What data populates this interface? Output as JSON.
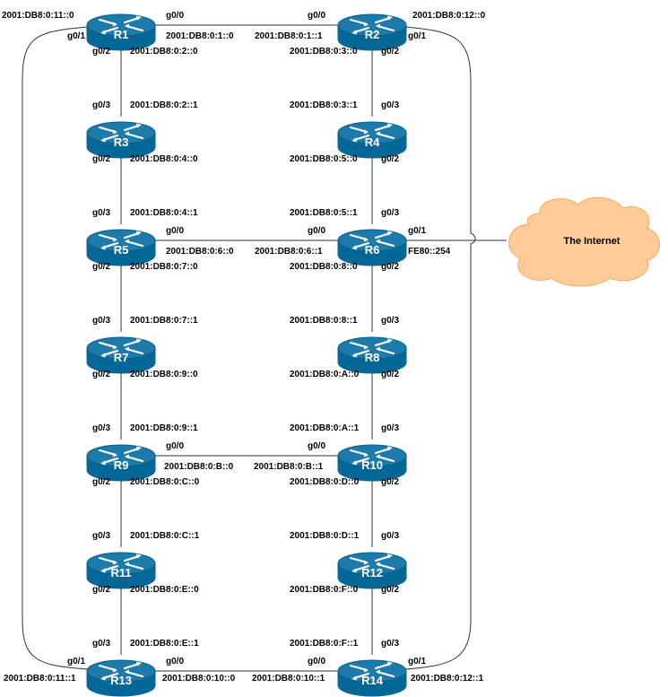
{
  "colors": {
    "router_fill": "#036897",
    "router_top": "#1d7bab",
    "router_arrow": "#ffffff",
    "cloud_fill": "#ffcc99",
    "cloud_stroke": "#f5a85c",
    "link": "#333333"
  },
  "routers": [
    {
      "id": "R1",
      "name": "R1",
      "icon": "router-icon"
    },
    {
      "id": "R2",
      "name": "R2",
      "icon": "router-icon"
    },
    {
      "id": "R3",
      "name": "R3",
      "icon": "router-icon"
    },
    {
      "id": "R4",
      "name": "R4",
      "icon": "router-icon"
    },
    {
      "id": "R5",
      "name": "R5",
      "icon": "router-icon"
    },
    {
      "id": "R6",
      "name": "R6",
      "icon": "router-icon"
    },
    {
      "id": "R7",
      "name": "R7",
      "icon": "router-icon"
    },
    {
      "id": "R8",
      "name": "R8",
      "icon": "router-icon"
    },
    {
      "id": "R9",
      "name": "R9",
      "icon": "router-icon"
    },
    {
      "id": "R10",
      "name": "R10",
      "icon": "router-icon"
    },
    {
      "id": "R11",
      "name": "R11",
      "icon": "router-icon"
    },
    {
      "id": "R12",
      "name": "R12",
      "icon": "router-icon"
    },
    {
      "id": "R13",
      "name": "R13",
      "icon": "router-icon"
    },
    {
      "id": "R14",
      "name": "R14",
      "icon": "router-icon"
    }
  ],
  "cloud": {
    "label": "The Internet",
    "icon": "cloud-icon"
  },
  "labels": [
    "2001:DB8:0:11::0",
    "g0/0",
    "g0/0",
    "2001:DB8:0:12::0",
    "g0/1",
    "2001:DB8:0:1::0",
    "2001:DB8:0:1::1",
    "g0/1",
    "g0/2",
    "2001:DB8:0:2::0",
    "2001:DB8:0:3::0",
    "g0/2",
    "g0/3",
    "2001:DB8:0:2::1",
    "2001:DB8:0:3::1",
    "g0/3",
    "g0/2",
    "2001:DB8:0:4::0",
    "2001:DB8:0:5::0",
    "g0/2",
    "g0/3",
    "2001:DB8:0:4::1",
    "2001:DB8:0:5::1",
    "g0/3",
    "g0/0",
    "g0/0",
    "g0/1",
    "2001:DB8:0:6::0",
    "2001:DB8:0:6::1",
    "FE80::254",
    "g0/2",
    "2001:DB8:0:7::0",
    "2001:DB8:0:8::0",
    "g0/2",
    "g0/3",
    "2001:DB8:0:7::1",
    "2001:DB8:0:8::1",
    "g0/3",
    "g0/2",
    "2001:DB8:0:9::0",
    "2001:DB8:0:A::0",
    "g0/2",
    "g0/3",
    "2001:DB8:0:9::1",
    "2001:DB8:0:A::1",
    "g0/3",
    "g0/0",
    "g0/0",
    "2001:DB8:0:B::0",
    "2001:DB8:0:B::1",
    "g0/2",
    "2001:DB8:0:C::0",
    "2001:DB8:0:D::0",
    "g0/2",
    "g0/3",
    "2001:DB8:0:C::1",
    "2001:DB8:0:D::1",
    "g0/3",
    "g0/2",
    "2001:DB8:0:E::0",
    "2001:DB8:0:F::0",
    "g0/2",
    "g0/3",
    "2001:DB8:0:E::1",
    "2001:DB8:0:F::1",
    "g0/3",
    "g0/1",
    "g0/0",
    "g0/0",
    "g0/1",
    "2001:DB8:0:11::1",
    "2001:DB8:0:10::0",
    "2001:DB8:0:10::1",
    "2001:DB8:0:12::1"
  ]
}
